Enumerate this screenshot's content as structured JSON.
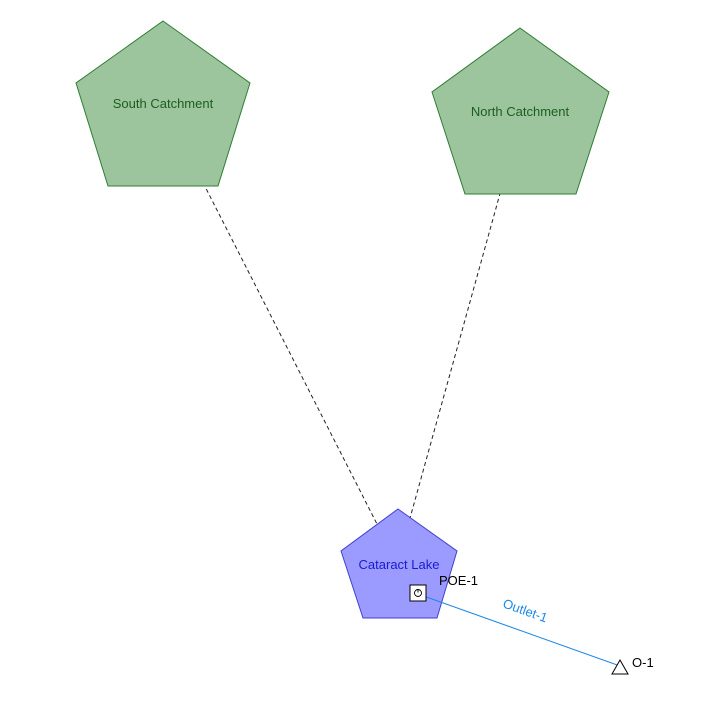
{
  "nodes": {
    "south_catchment": {
      "label": "South Catchment"
    },
    "north_catchment": {
      "label": "North Catchment"
    },
    "cataract_lake": {
      "label": "Cataract Lake"
    },
    "poe": {
      "label": "POE-1"
    },
    "outlet_node": {
      "label": "O-1"
    }
  },
  "links": {
    "outlet_link": {
      "label": "Outlet-1"
    }
  },
  "colors": {
    "catchment_fill": "#9dc59d",
    "catchment_stroke": "#2e7d32",
    "catchment_text": "#1b5e20",
    "lake_fill": "#9b9bff",
    "lake_stroke": "#3f3fcf",
    "lake_text": "#1a1ad0",
    "outlet_line": "#1e88e5",
    "outlet_text": "#1e88e5",
    "connector": "#222222",
    "node_text": "#000000"
  },
  "icons": {
    "poe_marker": "poe-square-icon",
    "outlet_marker": "outlet-triangle-icon"
  }
}
